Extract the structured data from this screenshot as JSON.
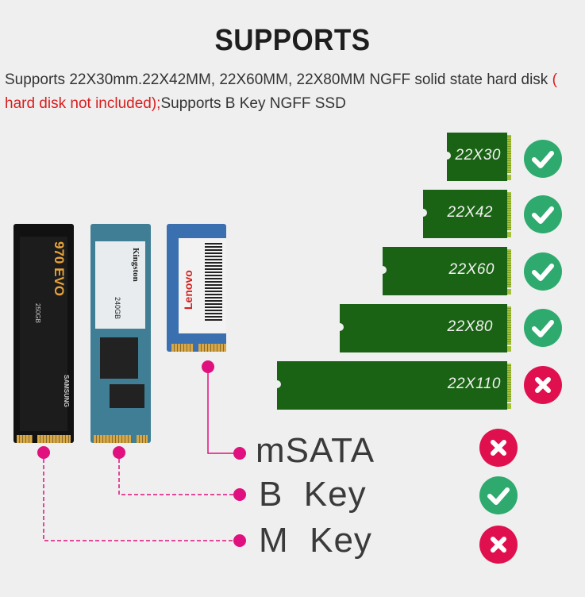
{
  "title": "SUPPORTS",
  "description": {
    "part1": "Supports 22X30mm.22X42MM, 22X60MM, 22X80MM NGFF solid state hard disk ",
    "warning": "( hard disk not included);",
    "part2": "Supports B Key NGFF SSD"
  },
  "sizes": [
    {
      "label": "22X30",
      "supported": true
    },
    {
      "label": "22X42",
      "supported": true
    },
    {
      "label": "22X60",
      "supported": true
    },
    {
      "label": "22X80",
      "supported": true
    },
    {
      "label": "22X110",
      "supported": false
    }
  ],
  "cards": {
    "samsung": {
      "model": "970 EVO",
      "brand": "SAMSUNG",
      "capacity": "250GB"
    },
    "kingston": {
      "brand": "Kingston",
      "capacity": "240GB"
    },
    "lenovo": {
      "brand": "Lenovo"
    }
  },
  "interfaces": [
    {
      "label": "mSATA",
      "supported": false
    },
    {
      "label": "B  Key",
      "supported": true
    },
    {
      "label": "M  Key",
      "supported": false
    }
  ],
  "colors": {
    "ok": "#2eaa6e",
    "no": "#e0104f",
    "pcb": "#1a6314",
    "connector": "#e0117f",
    "warning": "#d81e1e"
  }
}
